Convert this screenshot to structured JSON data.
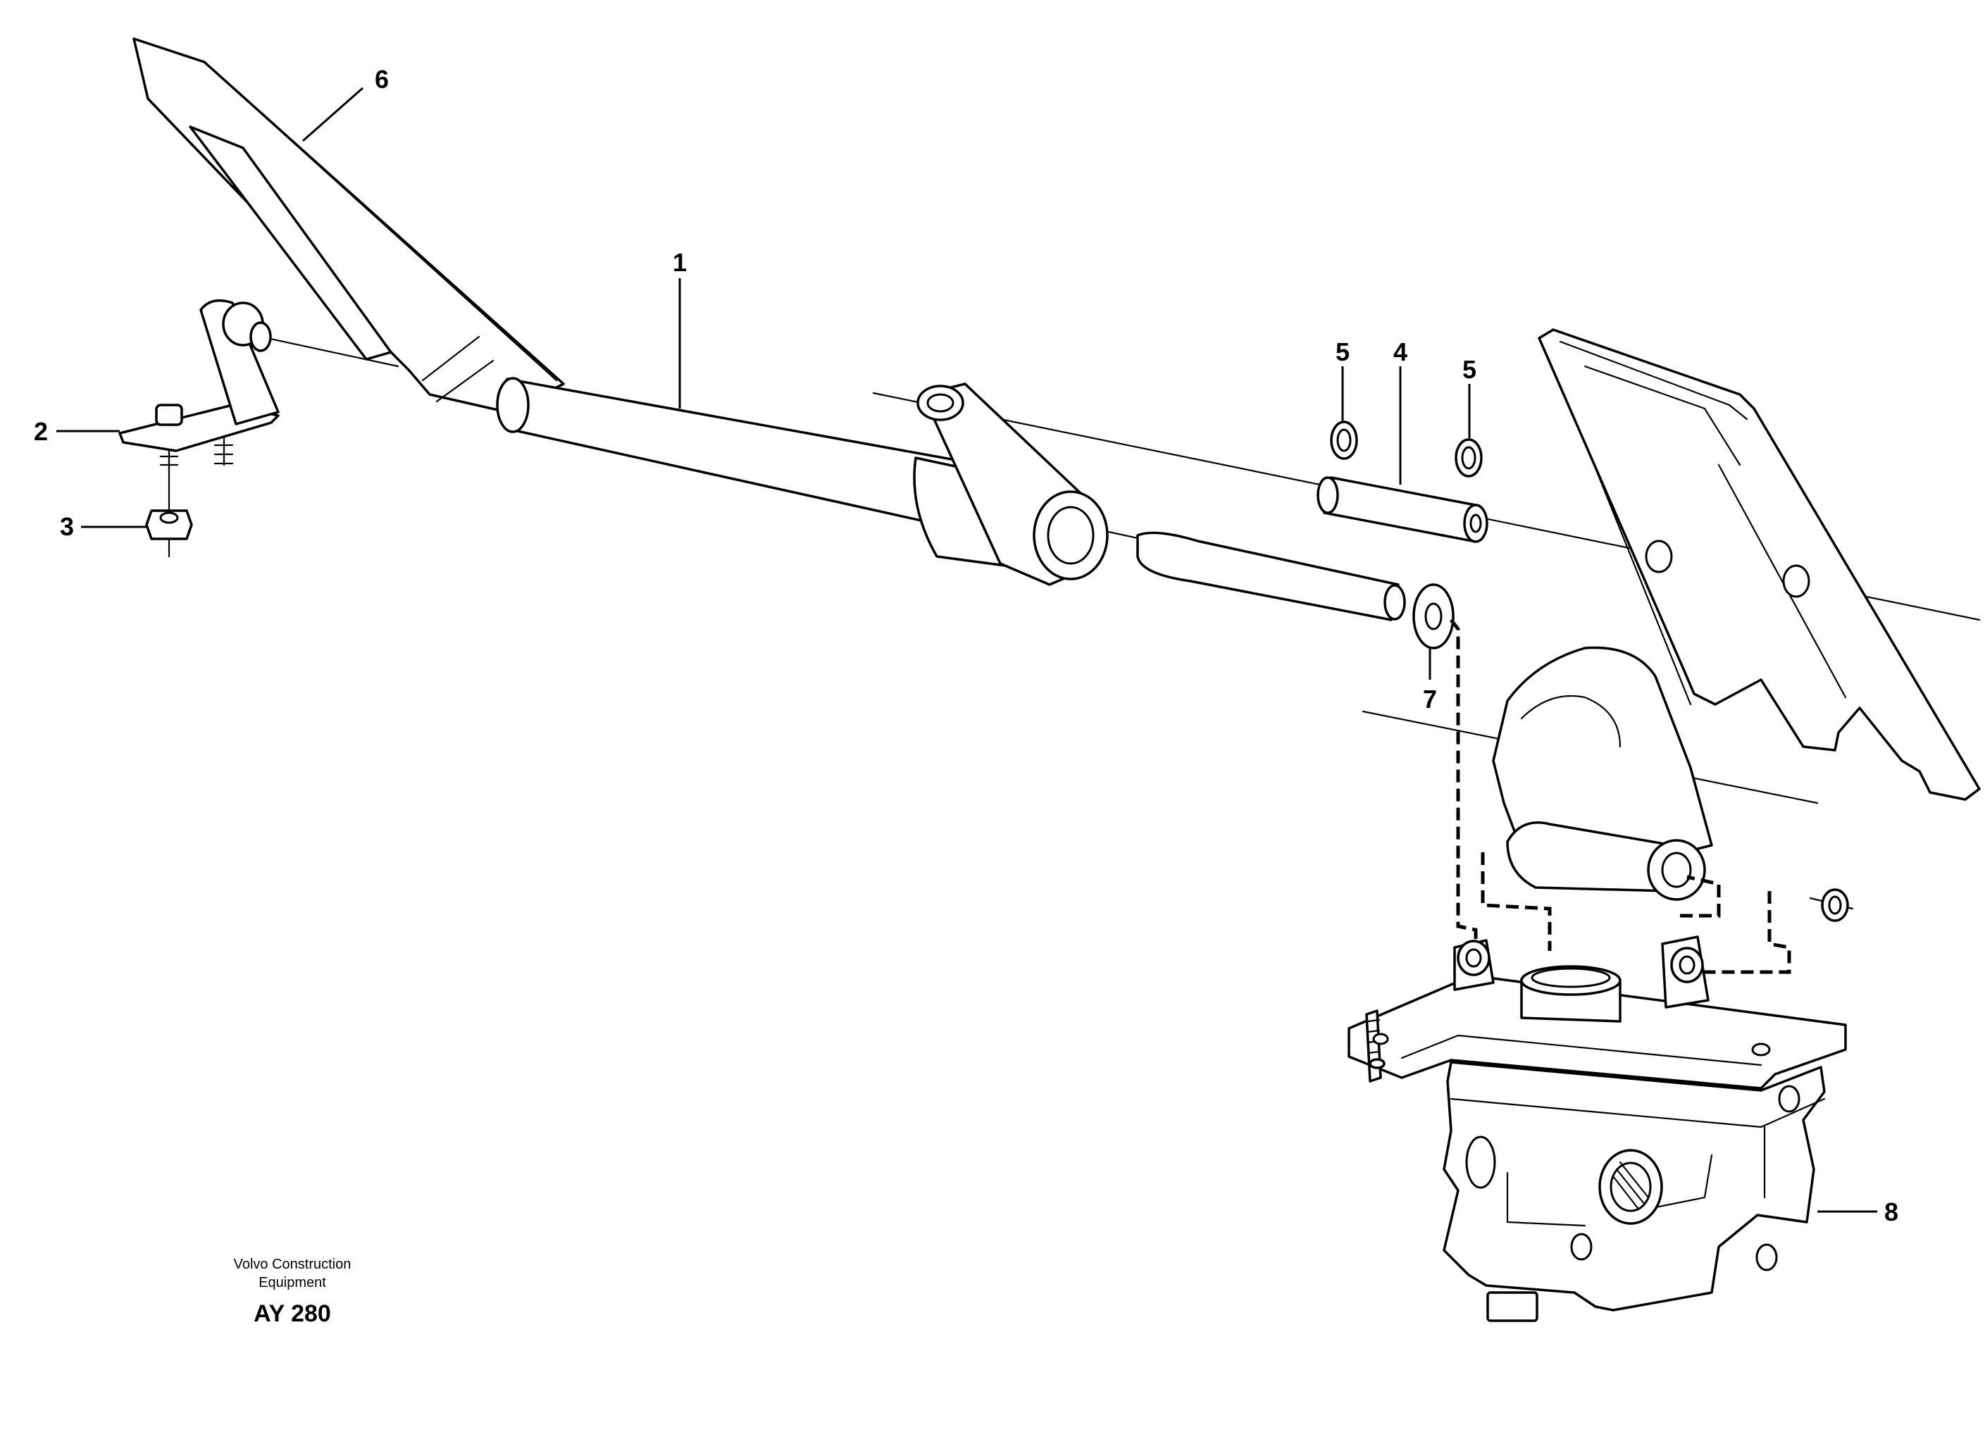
{
  "callouts": [
    {
      "id": "1",
      "label": "1"
    },
    {
      "id": "2",
      "label": "2"
    },
    {
      "id": "3",
      "label": "3"
    },
    {
      "id": "4",
      "label": "4"
    },
    {
      "id": "5a",
      "label": "5"
    },
    {
      "id": "5b",
      "label": "5"
    },
    {
      "id": "6",
      "label": "6"
    },
    {
      "id": "7",
      "label": "7"
    },
    {
      "id": "8",
      "label": "8"
    }
  ],
  "caption": {
    "line1": "Volvo Construction",
    "line2": "Equipment",
    "code": "AY 280"
  }
}
